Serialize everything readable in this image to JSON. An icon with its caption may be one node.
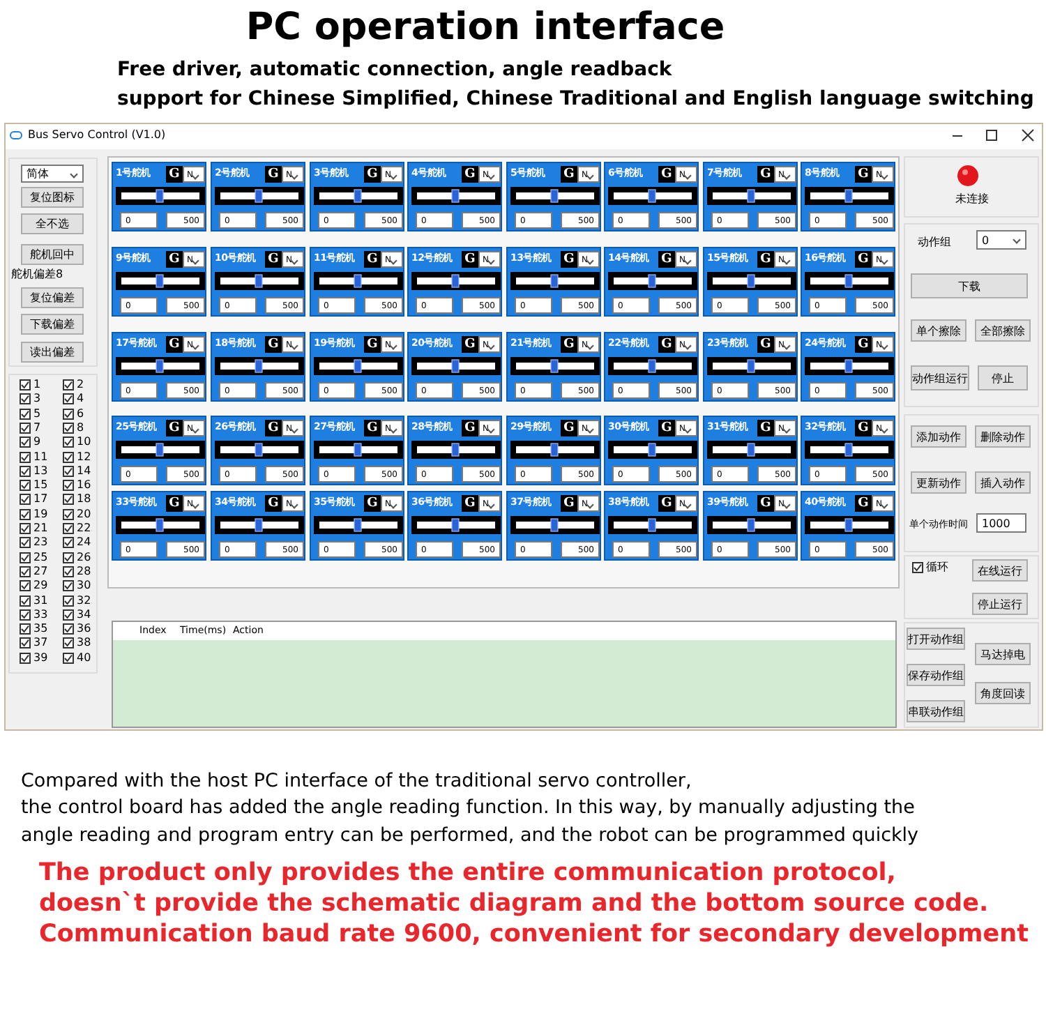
{
  "diagram": {
    "title": "PC operation interface",
    "nodes": [
      {
        "text": [
          "1号舵机",
          "G",
          "N",
          "0",
          "500"
        ]
      },
      {
        "text": [
          "2号舵机",
          "G",
          "N",
          "0",
          "500"
        ]
      },
      {
        "text": [
          "3号舵机",
          "G",
          "N",
          "0",
          "500"
        ]
      },
      {
        "text": [
          "4号舵机",
          "G",
          "N",
          "0",
          "500"
        ]
      },
      {
        "text": [
          "5号舵机",
          "G",
          "N",
          "0",
          "500"
        ]
      },
      {
        "text": [
          "6号舵机",
          "G",
          "N",
          "0",
          "500"
        ]
      },
      {
        "text": [
          "7号舵机",
          "G",
          "N",
          "0",
          "500"
        ]
      },
      {
        "text": [
          "8号舵机",
          "G",
          "N",
          "0",
          "500"
        ]
      },
      {
        "text": [
          "9号舵机",
          "G",
          "N",
          "0",
          "500"
        ]
      },
      {
        "text": [
          "10号舵机",
          "G",
          "N",
          "0",
          "500"
        ]
      },
      {
        "text": [
          "11号舵机",
          "G",
          "N",
          "0",
          "500"
        ]
      },
      {
        "text": [
          "12号舵机",
          "G",
          "N",
          "0",
          "500"
        ]
      },
      {
        "text": [
          "13号舵机",
          "G",
          "N",
          "0",
          "500"
        ]
      },
      {
        "text": [
          "14号舵机",
          "G",
          "N",
          "0",
          "500"
        ]
      },
      {
        "text": [
          "15号舵机",
          "G",
          "N",
          "0",
          "500"
        ]
      },
      {
        "text": [
          "16号舵机",
          "G",
          "N",
          "0",
          "500"
        ]
      },
      {
        "text": [
          "17号舵机",
          "G",
          "N",
          "0",
          "500"
        ]
      },
      {
        "text": [
          "18号舵机",
          "G",
          "N",
          "0",
          "500"
        ]
      },
      {
        "text": [
          "19号舵机",
          "G",
          "N",
          "0",
          "500"
        ]
      },
      {
        "text": [
          "20号舵机",
          "G",
          "N",
          "0",
          "500"
        ]
      },
      {
        "text": [
          "21号舵机",
          "G",
          "N",
          "0",
          "500"
        ]
      },
      {
        "text": [
          "22号舵机",
          "G",
          "N",
          "0",
          "500"
        ]
      },
      {
        "text": [
          "23号舵机",
          "G",
          "N",
          "0",
          "500"
        ]
      },
      {
        "text": [
          "24号舵机",
          "G",
          "N",
          "0",
          "500"
        ]
      },
      {
        "text": [
          "25号舵机",
          "G",
          "N",
          "0",
          "500"
        ]
      },
      {
        "text": [
          "26号舵机",
          "G",
          "N",
          "0",
          "500"
        ]
      },
      {
        "text": [
          "27号舵机",
          "G",
          "N",
          "0",
          "500"
        ]
      },
      {
        "text": [
          "28号舵机",
          "G",
          "N",
          "0",
          "500"
        ]
      },
      {
        "text": [
          "29号舵机",
          "G",
          "N",
          "0",
          "500"
        ]
      },
      {
        "text": [
          "30号舵机",
          "G",
          "N",
          "0",
          "500"
        ]
      },
      {
        "text": [
          "31号舵机",
          "G",
          "N",
          "0",
          "500"
        ]
      },
      {
        "text": [
          "32号舵机",
          "G",
          "N",
          "0",
          "500"
        ]
      },
      {
        "text": [
          "33号舵机",
          "G",
          "N",
          "0",
          "500"
        ]
      },
      {
        "text": [
          "34号舵机",
          "G",
          "N",
          "0",
          "500"
        ]
      },
      {
        "text": [
          "35号舵机",
          "G",
          "N",
          "0",
          "500"
        ]
      },
      {
        "text": [
          "36号舵机",
          "G",
          "N",
          "0",
          "500"
        ]
      },
      {
        "text": [
          "37号舵机",
          "G",
          "N",
          "0",
          "500"
        ]
      },
      {
        "text": [
          "38号舵机",
          "G",
          "N",
          "0",
          "500"
        ]
      },
      {
        "text": [
          "39号舵机",
          "G",
          "N",
          "0",
          "500"
        ]
      },
      {
        "text": [
          "40号舵机",
          "G",
          "N",
          "0",
          "500"
        ]
      }
    ],
    "labels": [
      "Free driver, automatic connection, angle readback",
      "support for Chinese Simplified, Chinese Traditional and English language switching",
      "Bus Servo Control (V1.0)",
      "简体",
      "复位图标",
      "全不选",
      "舵机回中",
      "舵机偏差8",
      "复位偏差",
      "下载偏差",
      "读出偏差",
      "1",
      "2",
      "3",
      "4",
      "5",
      "6",
      "7",
      "8",
      "9",
      "10",
      "11",
      "12",
      "13",
      "14",
      "15",
      "16",
      "17",
      "18",
      "19",
      "20",
      "21",
      "22",
      "23",
      "24",
      "25",
      "26",
      "27",
      "28",
      "29",
      "30",
      "31",
      "32",
      "33",
      "34",
      "35",
      "36",
      "37",
      "38",
      "39",
      "40",
      "未连接",
      "动作组",
      "0",
      "下载",
      "单个擦除",
      "全部擦除",
      "动作组运行",
      "停止",
      "添加动作",
      "删除动作",
      "更新动作",
      "插入动作",
      "单个动作时间",
      "1000",
      "循环",
      "在线运行",
      "停止运行",
      "打开动作组",
      "保存动作组",
      "串联动作组",
      "马达掉电",
      "角度回读",
      "Index",
      "Time(ms)",
      "Action",
      "Compared with the host PC interface of the traditional servo controller,",
      "the control board has added the angle reading function. In this way, by manually adjusting the",
      "angle reading and program entry can be performed, and the robot can be programmed quickly",
      "The product only provides the entire communication protocol,",
      "doesn`t provide the schematic diagram and the bottom source code.",
      "Communication baud rate 9600, convenient for secondary development"
    ]
  }
}
